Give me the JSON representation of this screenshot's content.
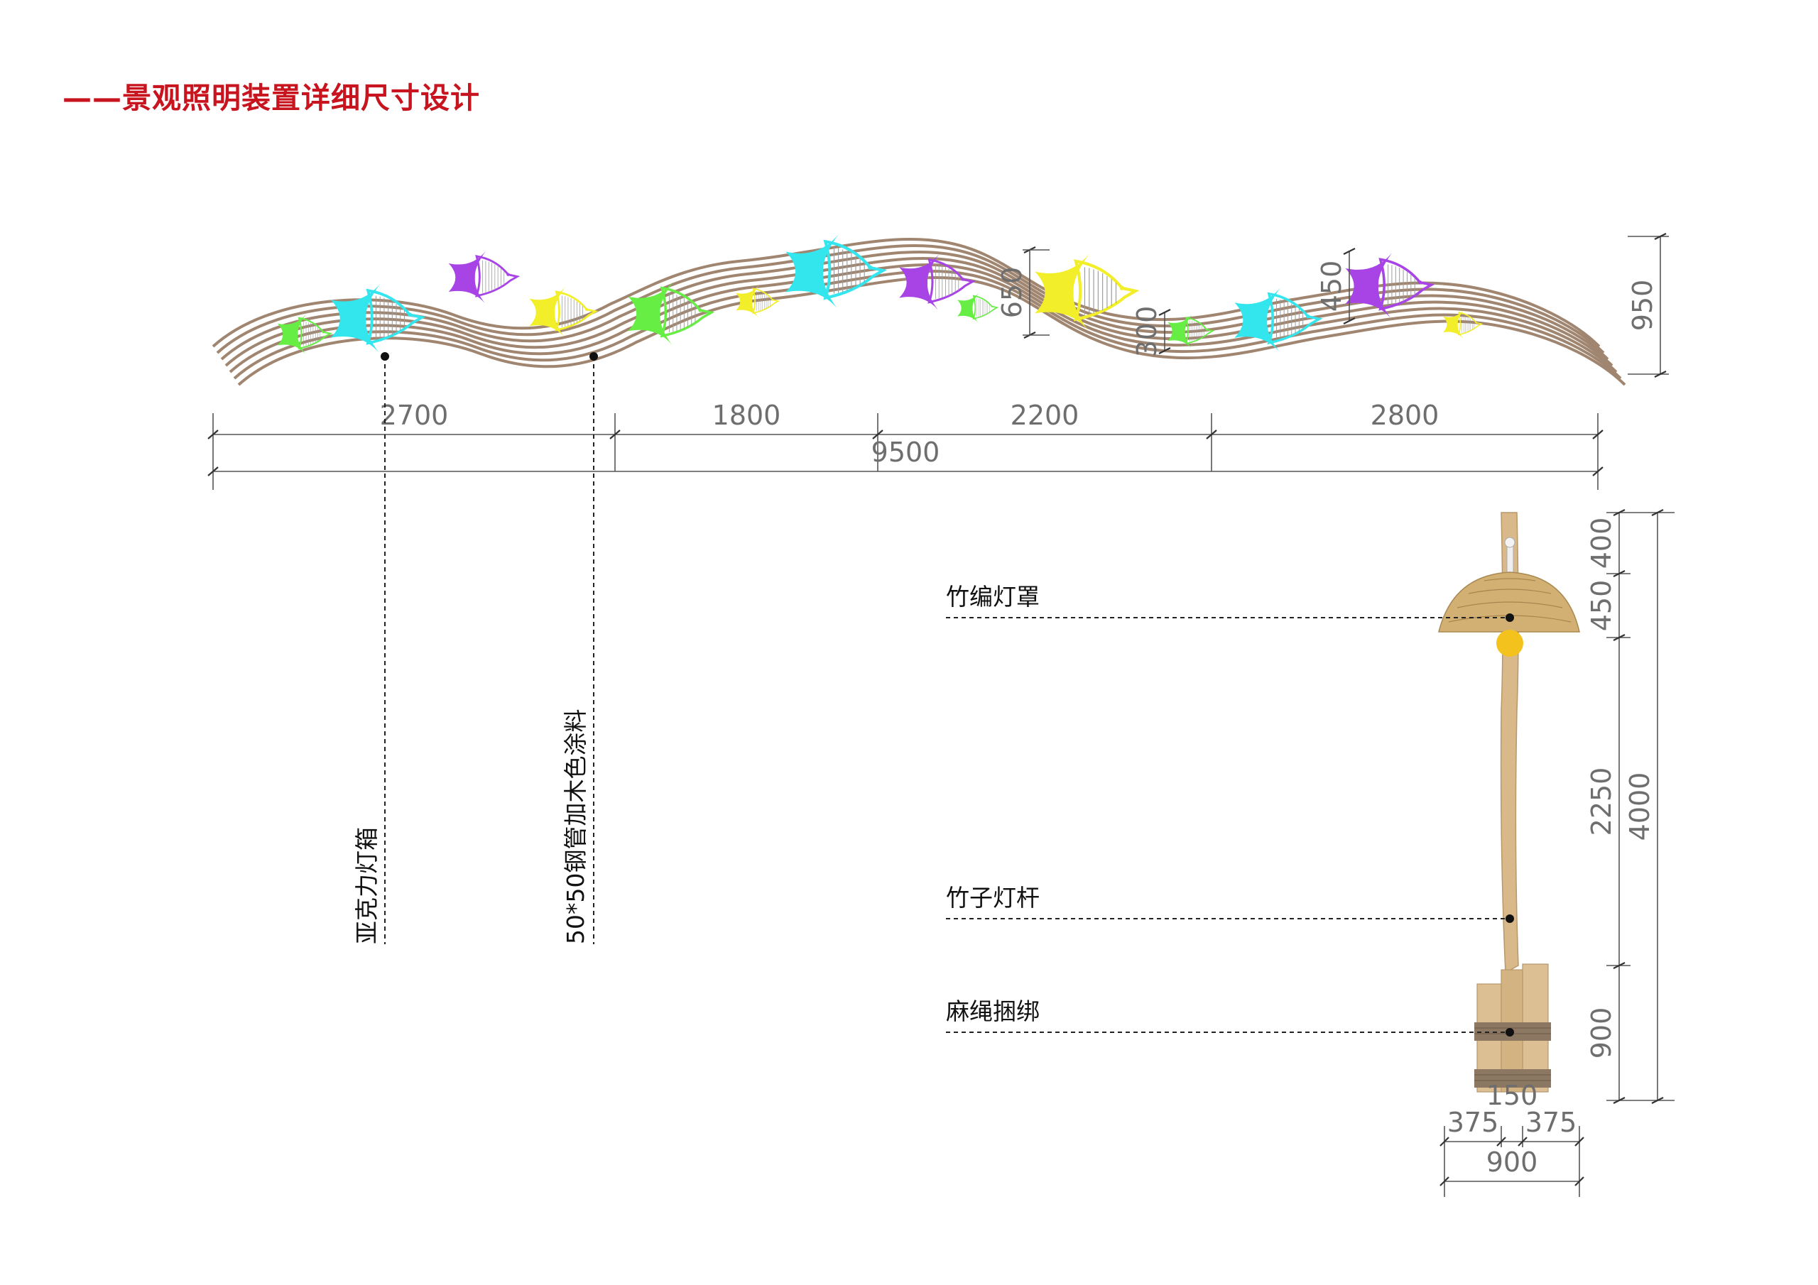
{
  "title": "——景观照明装置详细尺寸设计",
  "colors": {
    "title": "#c8141e",
    "fish_green": "#66ee44",
    "fish_cyan": "#33e6ee",
    "fish_purple": "#a844e6",
    "fish_yellow": "#f2ee2a",
    "wave_stroke": "#a08670",
    "bamboo": "#d9b98a",
    "lamp_shade": "#d2b074",
    "bulb": "#f4c21c"
  },
  "wall": {
    "segment_dims": [
      "2700",
      "1800",
      "2200",
      "2800"
    ],
    "total_dim": "9500",
    "height_dim": "950",
    "fish_dims": {
      "large_yellow": "650",
      "small_green": "300",
      "large_purple": "450"
    },
    "callouts": {
      "acrylic_box": "亚克力灯箱",
      "steel_tube": "50*50钢管加木色涂料"
    }
  },
  "lamp": {
    "callouts": {
      "shade": "竹编灯罩",
      "pole": "竹子灯杆",
      "rope": "麻绳捆绑"
    },
    "height_dims": [
      "400",
      "450",
      "2250",
      "900"
    ],
    "total_height": "4000",
    "base_width_dims": {
      "core": "150",
      "left": "375",
      "right": "375",
      "total": "900"
    }
  }
}
